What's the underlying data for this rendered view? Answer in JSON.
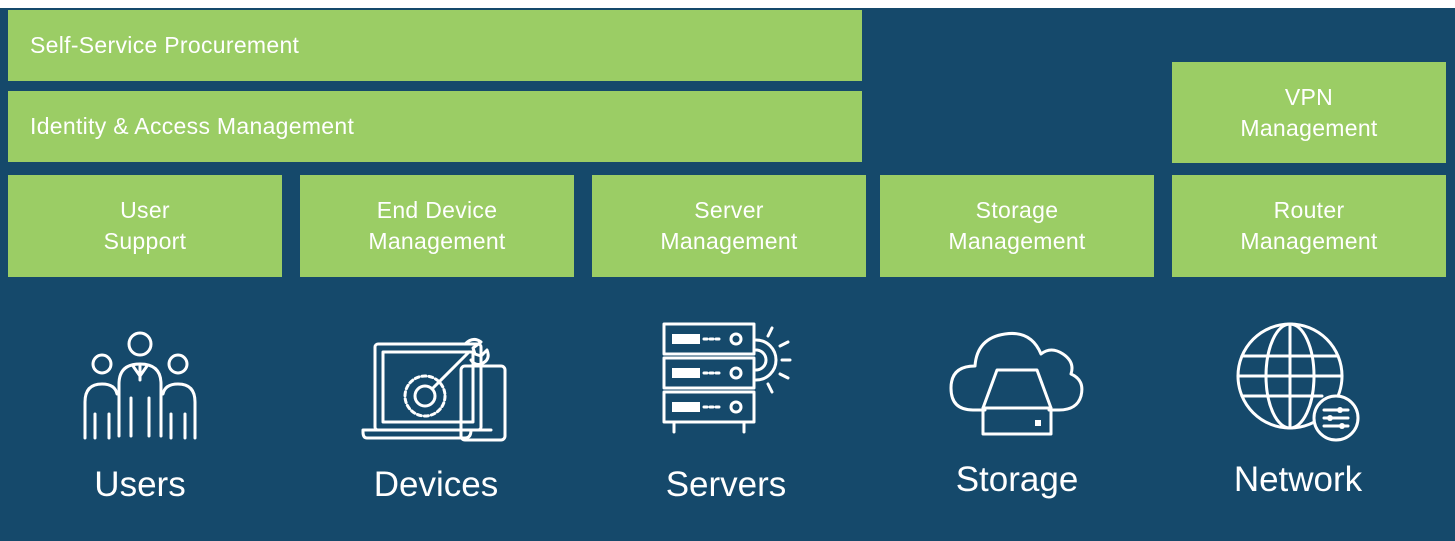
{
  "top_bars": {
    "procurement": "Self-Service Procurement",
    "identity": "Identity & Access Management",
    "vpn": "VPN\nManagement"
  },
  "service_boxes": {
    "user_support": "User\nSupport",
    "end_device": "End Device\nManagement",
    "server": "Server\nManagement",
    "storage": "Storage\nManagement",
    "router": "Router\nManagement"
  },
  "categories": {
    "users": {
      "label": "Users",
      "icon": "users-group-icon"
    },
    "devices": {
      "label": "Devices",
      "icon": "laptop-wrench-icon"
    },
    "servers": {
      "label": "Servers",
      "icon": "server-rack-icon"
    },
    "storage": {
      "label": "Storage",
      "icon": "cloud-storage-icon"
    },
    "network": {
      "label": "Network",
      "icon": "globe-network-icon"
    }
  },
  "colors": {
    "background": "#15496b",
    "box": "#9bcd65",
    "text": "#ffffff"
  }
}
